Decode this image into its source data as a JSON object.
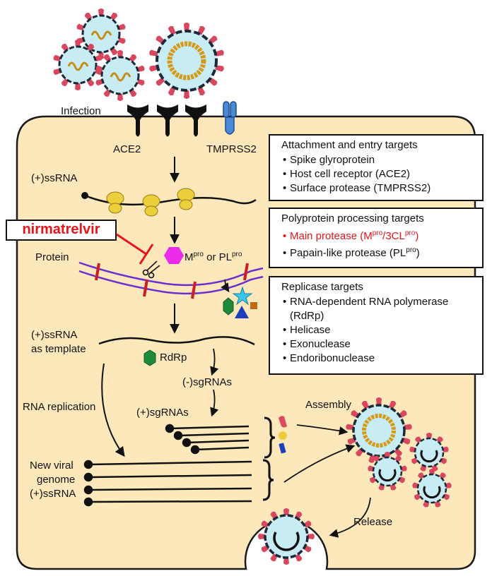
{
  "labels": {
    "infection": "Infection",
    "ace2": "ACE2",
    "tmprss2": "TMPRSS2",
    "ssrna_top": "(+)ssRNA",
    "protein": "Protein",
    "mpro": "M",
    "mpro_sup": "pro",
    "or_pl": " or PL",
    "pl_sup": "pro",
    "ssrna_template_1": "(+)ssRNA",
    "ssrna_template_2": "as template",
    "rdrp": "RdRp",
    "neg_sgrnas": "(-)sgRNAs",
    "pos_sgrnas": "(+)sgRNAs",
    "rna_replication": "RNA replication",
    "new_viral_1": "New viral",
    "new_viral_2": "genome",
    "new_viral_3": "(+)ssRNA",
    "assembly": "Assembly",
    "release": "Release"
  },
  "drug": {
    "name": "nirmatrelvir"
  },
  "boxes": {
    "attachment": {
      "title": "Attachment and entry targets",
      "items": [
        "Spike glyroprotein",
        "Host cell receptor (ACE2)",
        "Surface protease (TMPRSS2)"
      ]
    },
    "polyprotein": {
      "title": "Polyprotein processing targets",
      "main_1": "Main protease (M",
      "main_sup1": "pro",
      "main_2": "/3CL",
      "main_sup2": "pro",
      "main_3": ")",
      "papain_1": "Papain-like protease (PL",
      "papain_sup": "pro",
      "papain_2": ")"
    },
    "replicase": {
      "title": "Replicase targets",
      "items": [
        "RNA-dependent RNA polymerase (RdRp)",
        "Helicase",
        "Exonuclease",
        "Endoribonuclease"
      ]
    }
  },
  "colors": {
    "cell_fill": "#fde8bb",
    "virus_fill": "#c8ecf4",
    "spike": "#d8475e",
    "rna_orange": "#d49a18",
    "ribosome": "#eccf3c",
    "polyprotein": "#6a2fd1",
    "cleavage": "#cc1f1f",
    "mpro_magenta": "#ea2bea",
    "green": "#1f8a3c",
    "star": "#3ac6e8",
    "triangle": "#1b3fbf",
    "square": "#c06a18",
    "tmprss2_blue": "#4a8ad6",
    "inhibitor_red": "#e8141c"
  }
}
